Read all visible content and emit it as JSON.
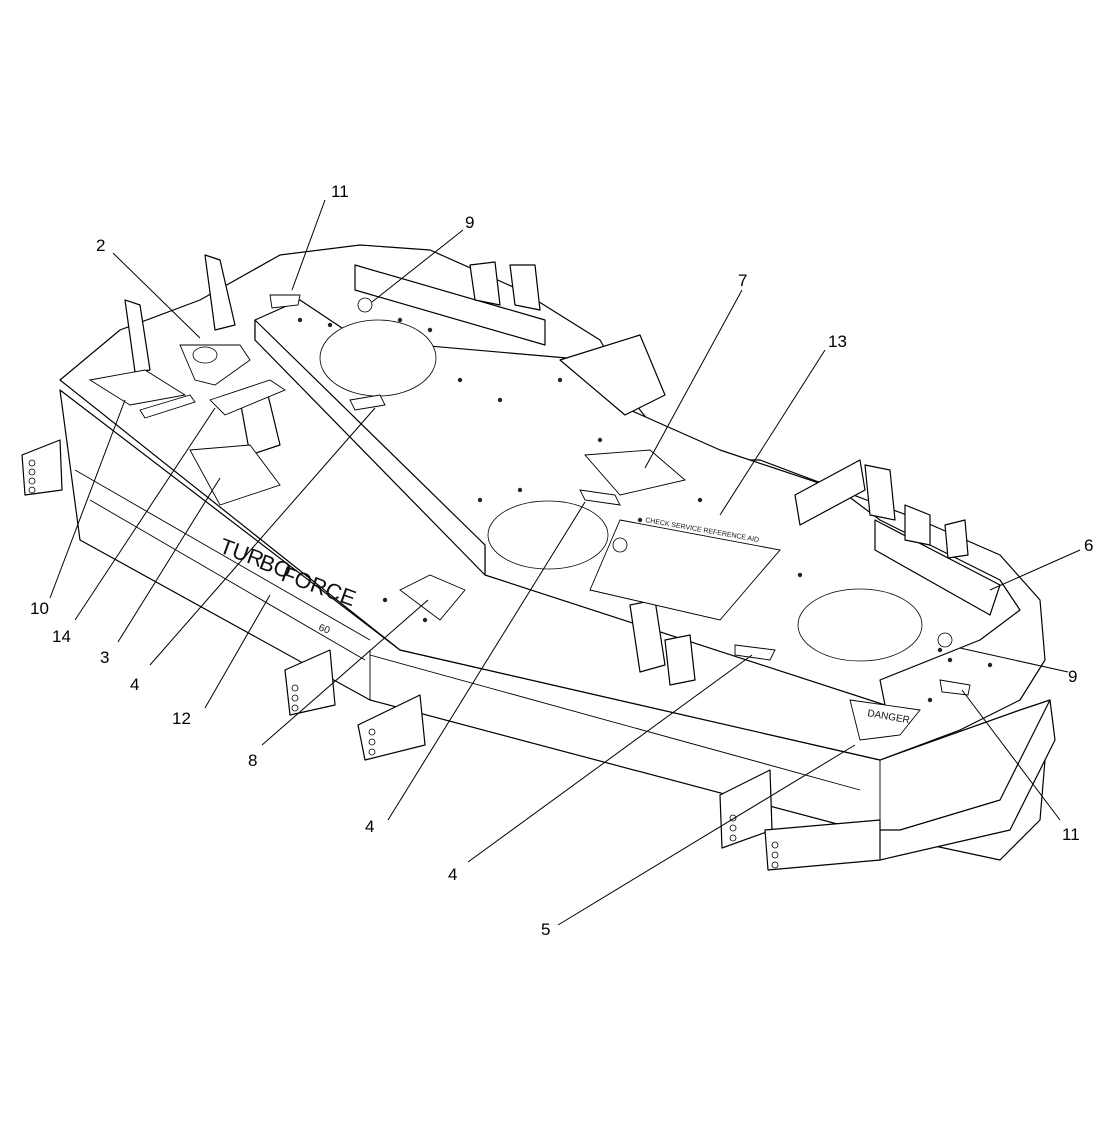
{
  "diagram": {
    "callouts": [
      "11",
      "9",
      "2",
      "7",
      "13",
      "6",
      "9",
      "11",
      "10",
      "14",
      "3",
      "4",
      "12",
      "8",
      "4",
      "4",
      "5"
    ],
    "printed_text": {
      "brand_left": "TUR",
      "brand_middle": "BO",
      "brand_right": "FORCE",
      "model": "60",
      "danger_decal": "DANGER",
      "service_decal": "CHECK SERVICE REFERENCE AID"
    }
  }
}
